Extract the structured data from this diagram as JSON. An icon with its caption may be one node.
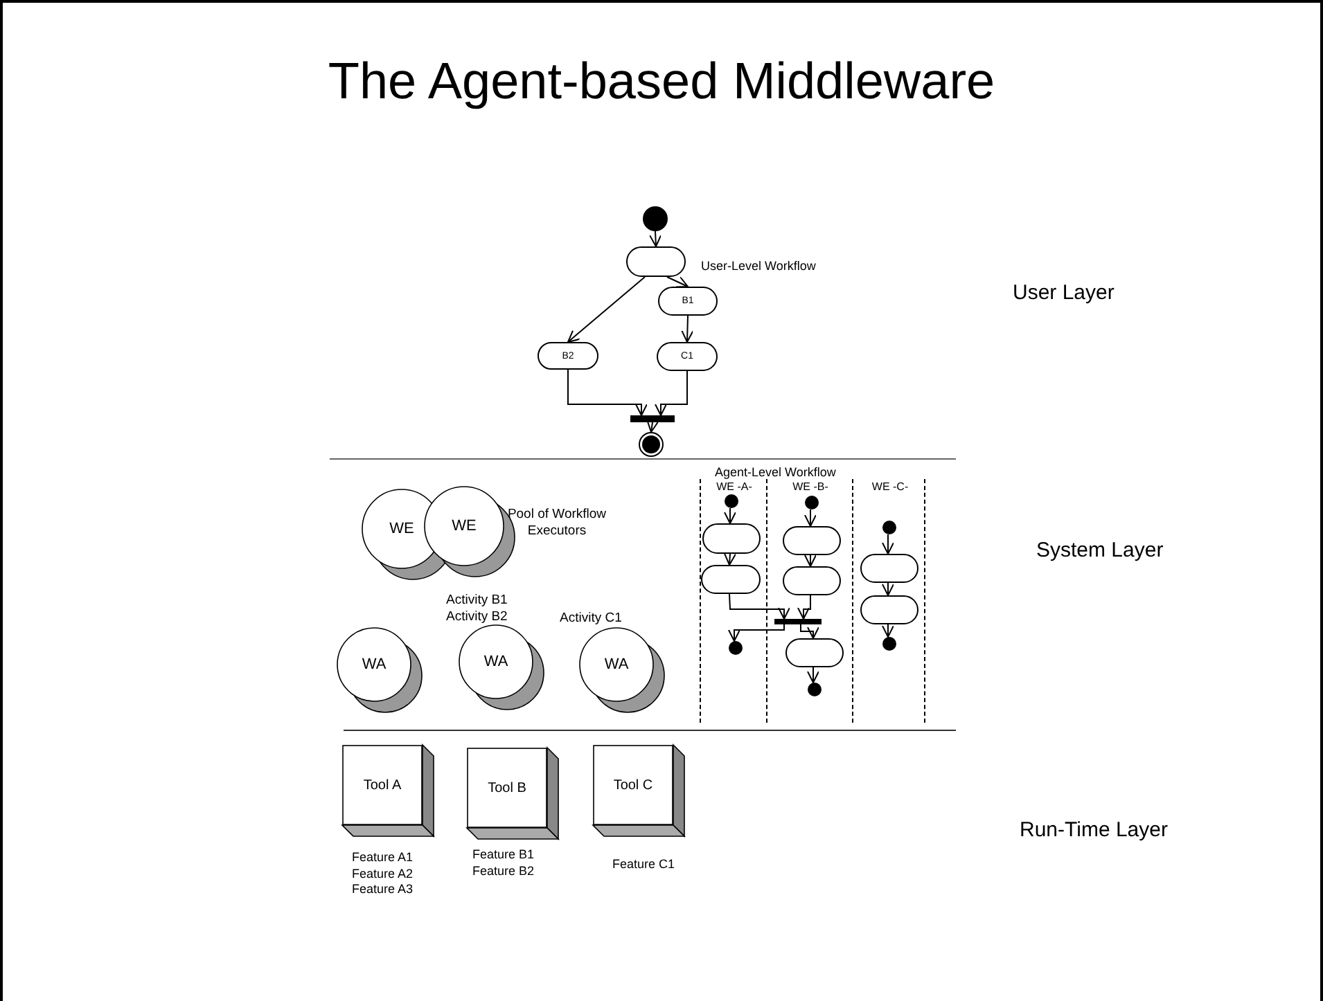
{
  "diagram": {
    "title": "The Agent-based Middleware",
    "nodes": [
      {
        "text": [],
        "shape": "circle"
      },
      {
        "text": [],
        "shape": "box"
      },
      {
        "text": [
          "B1"
        ]
      },
      {
        "text": [
          "B2"
        ]
      },
      {
        "text": [
          "C1"
        ]
      },
      {
        "text": [],
        "shape": "bar"
      },
      {
        "text": [],
        "shape": "circle"
      },
      {
        "text": [
          "WE"
        ]
      },
      {
        "text": [
          "WE"
        ],
        "beside": [
          "Pool of Workflow Executors"
        ]
      },
      {
        "text": [
          "WA"
        ]
      },
      {
        "text": [
          "WA"
        ],
        "beside": [
          "Activity B1 Activity B2"
        ]
      },
      {
        "text": [
          "WA"
        ],
        "beside": [
          "Activity C1"
        ]
      },
      {
        "text": [
          "Tool A"
        ],
        "beside": [
          "Feature A1 Feature A2 Feature A3"
        ]
      },
      {
        "text": [
          "Tool B"
        ],
        "beside": [
          "Feature B1 Feature B2"
        ]
      },
      {
        "text": [
          "Tool C"
        ],
        "beside": [
          "Feature C1"
        ]
      },
      {
        "text": [
          "WE -A-"
        ]
      },
      {
        "text": [
          "WE -B-"
        ]
      },
      {
        "text": [
          "WE -C-"
        ]
      },
      {
        "text": [],
        "shape": "circle",
        "in": 15
      },
      {
        "text": [],
        "shape": "box",
        "in": 15
      },
      {
        "text": [],
        "shape": "box",
        "in": 15
      },
      {
        "text": [],
        "shape": "circle",
        "in": 15
      },
      {
        "text": [],
        "shape": "circle",
        "in": 16
      },
      {
        "text": [],
        "shape": "box",
        "in": 16
      },
      {
        "text": [],
        "shape": "box",
        "in": 16
      },
      {
        "text": [],
        "shape": "bar",
        "in": 16
      },
      {
        "text": [],
        "shape": "box",
        "in": 16
      },
      {
        "text": [],
        "shape": "circle",
        "in": 16
      },
      {
        "text": [],
        "shape": "circle",
        "in": 17
      },
      {
        "text": [],
        "shape": "box",
        "in": 17
      },
      {
        "text": [],
        "shape": "box",
        "in": 17
      },
      {
        "text": [],
        "shape": "circle",
        "in": 17
      }
    ],
    "edges": [
      {
        "from": 0,
        "to": 1,
        "arrow": "to"
      },
      {
        "from": 1,
        "to": 2,
        "arrow": "to"
      },
      {
        "from": 1,
        "to": 3,
        "arrow": "to"
      },
      {
        "from": 2,
        "to": 4,
        "arrow": "to"
      },
      {
        "from": 3,
        "to": 5,
        "arrow": "to"
      },
      {
        "from": 4,
        "to": 5,
        "arrow": "to"
      },
      {
        "from": 5,
        "to": 6,
        "arrow": "to"
      },
      {
        "from": 18,
        "to": 19,
        "arrow": "to"
      },
      {
        "from": 19,
        "to": 20,
        "arrow": "to"
      },
      {
        "from": 20,
        "to": 25,
        "arrow": "to"
      },
      {
        "from": 22,
        "to": 23,
        "arrow": "to"
      },
      {
        "from": 23,
        "to": 24,
        "arrow": "to"
      },
      {
        "from": 24,
        "to": 25,
        "arrow": "to"
      },
      {
        "from": 25,
        "to": 21,
        "arrow": "to"
      },
      {
        "from": 25,
        "to": 26,
        "arrow": "to"
      },
      {
        "from": 26,
        "to": 27,
        "arrow": "to"
      },
      {
        "from": 28,
        "to": 29,
        "arrow": "to"
      },
      {
        "from": 29,
        "to": 30,
        "arrow": "to"
      },
      {
        "from": 30,
        "to": 31,
        "arrow": "to"
      }
    ],
    "labels": [
      "User-Level Workflow",
      "User Layer",
      "Agent-Level Workflow",
      "System Layer",
      "Run-Time Layer"
    ]
  }
}
